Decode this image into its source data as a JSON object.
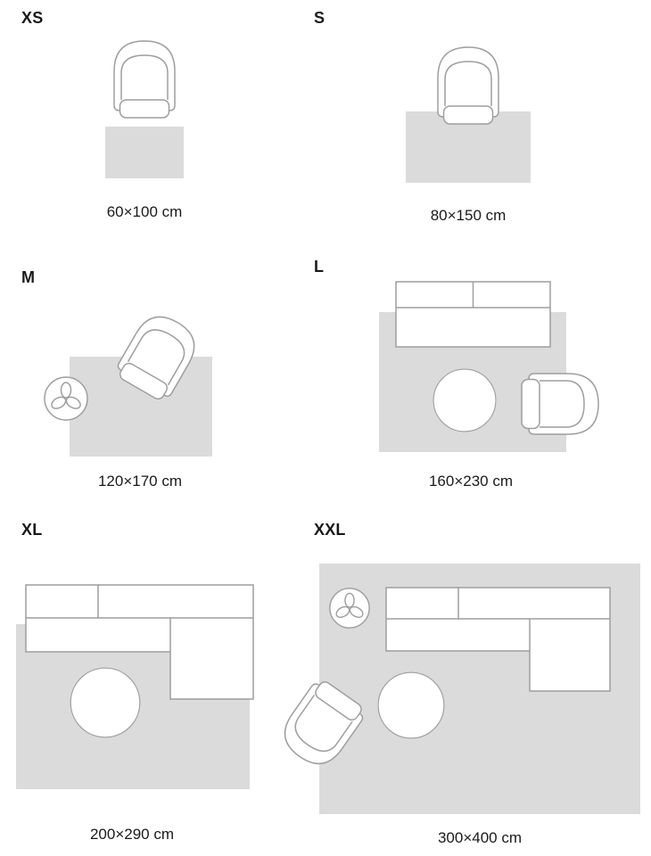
{
  "colors": {
    "rug": "#dbdbdb",
    "outline": "#9e9e9e",
    "text": "#1a1a1a",
    "background": "#ffffff"
  },
  "sizes": [
    {
      "label": "XS",
      "dimensions": "60×100 cm"
    },
    {
      "label": "S",
      "dimensions": "80×150 cm"
    },
    {
      "label": "M",
      "dimensions": "120×170 cm"
    },
    {
      "label": "L",
      "dimensions": "160×230 cm"
    },
    {
      "label": "XL",
      "dimensions": "200×290 cm"
    },
    {
      "label": "XXL",
      "dimensions": "300×400 cm"
    }
  ]
}
